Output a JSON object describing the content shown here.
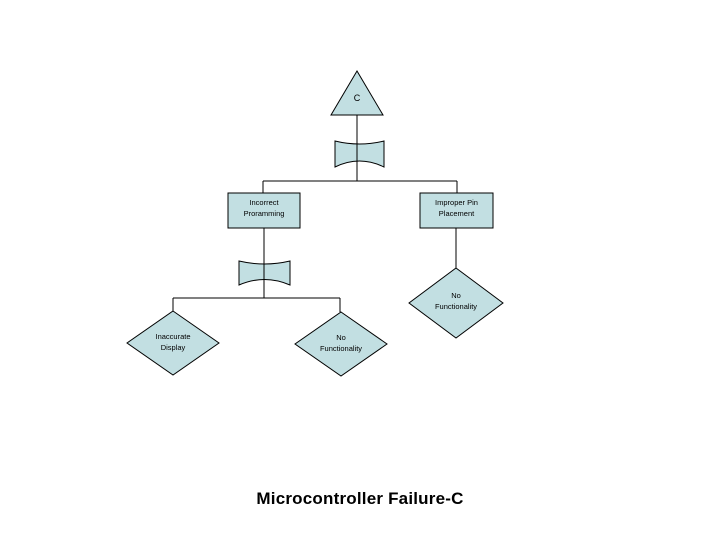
{
  "diagram": {
    "title": "Microcontroller Failure-C",
    "colors": {
      "background": "#ffffff",
      "shape_fill": "#c2dfe2",
      "shape_stroke": "#000000"
    },
    "nodes": {
      "transfer_c": {
        "label": "C"
      },
      "incorrect_programming": {
        "line1": "Incorrect",
        "line2": "Proramming"
      },
      "improper_pin_placement": {
        "line1": "Improper Pin",
        "line2": "Placement"
      },
      "inaccurate_display": {
        "line1": "Inaccurate",
        "line2": "Display"
      },
      "no_functionality_mid": {
        "line1": "No",
        "line2": "Functionality"
      },
      "no_functionality_right": {
        "line1": "No",
        "line2": "Functionality"
      }
    }
  }
}
